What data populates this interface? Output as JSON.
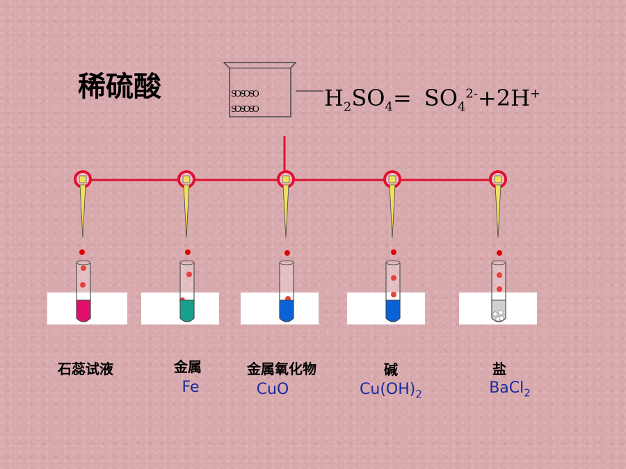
{
  "title": "稀硫酸",
  "equation": {
    "lhs_1": "H",
    "lhs_sub1": "2",
    "lhs_2": "SO",
    "lhs_sub2": "4",
    "eq": "=",
    "rhs_1": "SO",
    "rhs_sub1": "4",
    "rhs_sup1": "2-",
    "rhs_2": "+2H",
    "rhs_sup2": "+"
  },
  "beaker": {
    "ions_row1": "SO SO SO",
    "ions_row2": "SO SO SO"
  },
  "tubes": [
    {
      "label": "石蕊试液",
      "formula": "",
      "formula_sub": "",
      "liquid_color": "#e0106a"
    },
    {
      "label": "金属",
      "formula": "Fe",
      "formula_sub": "",
      "liquid_color": "#19a08c"
    },
    {
      "label": "金属氧化物",
      "formula": "CuO",
      "formula_sub": "",
      "liquid_color": "#0a62d6"
    },
    {
      "label": "碱",
      "formula": "Cu(OH)",
      "formula_sub": "2",
      "liquid_color": "#0a62d6"
    },
    {
      "label": "盐",
      "formula": "BaCl",
      "formula_sub": "2",
      "liquid_color": "#d0d0d0"
    }
  ],
  "colors": {
    "line": "#e01030",
    "drop": "#e00000",
    "dropper": "#f0e060"
  }
}
